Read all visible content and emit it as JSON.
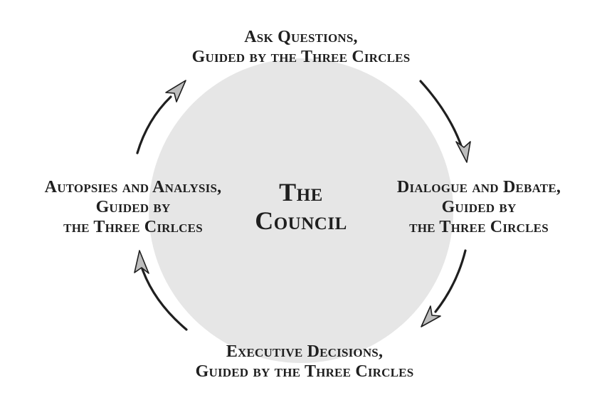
{
  "center": {
    "line1": "The",
    "line2": "Council"
  },
  "nodes": {
    "top": {
      "line1": "Ask Questions,",
      "line2": "Guided by the Three Circles"
    },
    "right": {
      "line1": "Dialogue and Debate,",
      "line2": "Guided by",
      "line3": "the Three Circles"
    },
    "bottom": {
      "line1": "Executive Decisions,",
      "line2": "Guided by the Three Circles"
    },
    "left": {
      "line1": "Autopsies and Analysis,",
      "line2": "Guided by",
      "line3": "the Three Cirlces"
    }
  },
  "colors": {
    "circle_fill": "#e6e6e6",
    "text": "#1f1f1f",
    "arrow": "#1f1f1f",
    "arrowhead_fill": "#bdbdbd"
  }
}
